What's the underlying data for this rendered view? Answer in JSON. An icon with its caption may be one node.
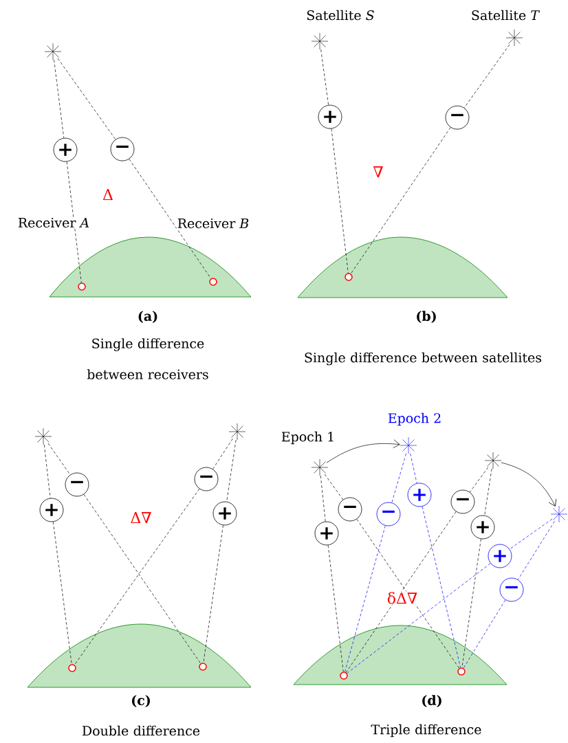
{
  "diagram": {
    "nodes": [
      {
        "text": [],
        "shape": "star"
      },
      {
        "text": [
          "+"
        ]
      },
      {
        "text": [
          "−"
        ]
      },
      {
        "text": [],
        "shape": "circle"
      },
      {
        "text": [],
        "shape": "circle"
      },
      {
        "text": [],
        "shape": "star",
        "beside": [
          "Satellite *S*"
        ]
      },
      {
        "text": [],
        "shape": "star",
        "beside": [
          "Satellite *T*"
        ]
      },
      {
        "text": [
          "+"
        ]
      },
      {
        "text": [
          "−"
        ]
      },
      {
        "text": [],
        "shape": "circle"
      },
      {
        "text": [],
        "shape": "star"
      },
      {
        "text": [],
        "shape": "star"
      },
      {
        "text": [
          "−"
        ]
      },
      {
        "text": [
          "+"
        ]
      },
      {
        "text": [
          "−"
        ]
      },
      {
        "text": [
          "+"
        ]
      },
      {
        "text": [],
        "shape": "circle"
      },
      {
        "text": [],
        "shape": "circle"
      },
      {
        "text": [],
        "shape": "star",
        "beside": [
          "Epoch 1"
        ]
      },
      {
        "text": [],
        "shape": "star",
        "beside": [
          "Epoch 2"
        ]
      },
      {
        "text": [],
        "shape": "star"
      },
      {
        "text": [],
        "shape": "star"
      },
      {
        "text": [
          "−"
        ]
      },
      {
        "text": [
          "−"
        ]
      },
      {
        "text": [
          "+"
        ]
      },
      {
        "text": [
          "−"
        ]
      },
      {
        "text": [
          "+"
        ]
      },
      {
        "text": [
          "+"
        ]
      },
      {
        "text": [
          "+"
        ]
      },
      {
        "text": [
          "−"
        ]
      },
      {
        "text": [],
        "shape": "circle"
      },
      {
        "text": [],
        "shape": "circle"
      }
    ],
    "edges": [
      {
        "from": 0,
        "to": 1,
        "arrow": "none",
        "style": "dashed"
      },
      {
        "from": 1,
        "to": 3,
        "arrow": "none",
        "style": "dashed"
      },
      {
        "from": 0,
        "to": 2,
        "arrow": "none",
        "style": "dashed"
      },
      {
        "from": 2,
        "to": 4,
        "arrow": "none",
        "style": "dashed"
      },
      {
        "from": 5,
        "to": 7,
        "arrow": "none",
        "style": "dashed"
      },
      {
        "from": 7,
        "to": 9,
        "arrow": "none",
        "style": "dashed"
      },
      {
        "from": 6,
        "to": 8,
        "arrow": "none",
        "style": "dashed"
      },
      {
        "from": 8,
        "to": 9,
        "arrow": "none",
        "style": "dashed"
      },
      {
        "from": 10,
        "to": 13,
        "arrow": "none",
        "style": "dashed"
      },
      {
        "from": 13,
        "to": 16,
        "arrow": "none",
        "style": "dashed"
      },
      {
        "from": 10,
        "to": 12,
        "arrow": "none",
        "style": "dashed"
      },
      {
        "from": 12,
        "to": 17,
        "arrow": "none",
        "style": "dashed"
      },
      {
        "from": 11,
        "to": 14,
        "arrow": "none",
        "style": "dashed"
      },
      {
        "from": 14,
        "to": 16,
        "arrow": "none",
        "style": "dashed"
      },
      {
        "from": 11,
        "to": 15,
        "arrow": "none",
        "style": "dashed"
      },
      {
        "from": 15,
        "to": 17,
        "arrow": "none",
        "style": "dashed"
      },
      {
        "from": 18,
        "to": 26,
        "arrow": "none",
        "style": "dashed"
      },
      {
        "from": 26,
        "to": 30,
        "arrow": "none",
        "style": "dashed"
      },
      {
        "from": 18,
        "to": 22,
        "arrow": "none",
        "style": "dashed"
      },
      {
        "from": 22,
        "to": 31,
        "arrow": "none",
        "style": "dashed"
      },
      {
        "from": 19,
        "to": 23,
        "arrow": "none",
        "style": "dashed",
        "color": "#0000ff"
      },
      {
        "from": 23,
        "to": 30,
        "arrow": "none",
        "style": "dashed",
        "color": "#0000ff"
      },
      {
        "from": 19,
        "to": 24,
        "arrow": "none",
        "style": "dashed",
        "color": "#0000ff"
      },
      {
        "from": 24,
        "to": 31,
        "arrow": "none",
        "style": "dashed",
        "color": "#0000ff"
      },
      {
        "from": 20,
        "to": 25,
        "arrow": "none",
        "style": "dashed"
      },
      {
        "from": 25,
        "to": 30,
        "arrow": "none",
        "style": "dashed"
      },
      {
        "from": 20,
        "to": 27,
        "arrow": "none",
        "style": "dashed"
      },
      {
        "from": 27,
        "to": 31,
        "arrow": "none",
        "style": "dashed"
      },
      {
        "from": 21,
        "to": 28,
        "arrow": "none",
        "style": "dashed",
        "color": "#0000ff"
      },
      {
        "from": 28,
        "to": 30,
        "arrow": "none",
        "style": "dashed",
        "color": "#0000ff"
      },
      {
        "from": 21,
        "to": 29,
        "arrow": "none",
        "style": "dashed",
        "color": "#0000ff"
      },
      {
        "from": 29,
        "to": 31,
        "arrow": "none",
        "style": "dashed",
        "color": "#0000ff"
      },
      {
        "from": 18,
        "to": 19,
        "arrow": "to"
      },
      {
        "from": 20,
        "to": 21,
        "arrow": "to"
      }
    ],
    "labels": [
      "Δ",
      "Receiver *A*",
      "Receiver *B*",
      "(a)",
      "Single difference between receivers",
      "∇",
      "(b)",
      "Single difference between satellites",
      "Δ∇",
      "(c)",
      "Double difference",
      "δΔ∇",
      "(d)",
      "Triple difference"
    ]
  }
}
